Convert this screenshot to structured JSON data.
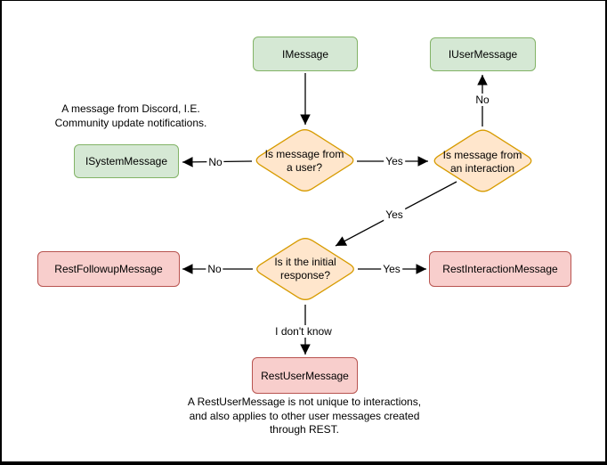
{
  "diagram": {
    "type": "flowchart",
    "colors": {
      "interface_fill": "#d5e8d4",
      "interface_border": "#82b366",
      "decision_fill": "#ffe6cc",
      "decision_border": "#d79b00",
      "rest_fill": "#f8cecc",
      "rest_border": "#b85450",
      "edge_color": "#000000",
      "background": "#ffffff"
    },
    "nodes": {
      "imessage": {
        "label": "IMessage",
        "kind": "interface"
      },
      "iusermessage": {
        "label": "IUserMessage",
        "kind": "interface"
      },
      "isystemmessage": {
        "label": "ISystemMessage",
        "kind": "interface"
      },
      "restfollowupmessage": {
        "label": "RestFollowupMessage",
        "kind": "rest"
      },
      "restinteractionmessage": {
        "label": "RestInteractionMessage",
        "kind": "rest"
      },
      "restusermessage": {
        "label": "RestUserMessage",
        "kind": "rest"
      }
    },
    "decisions": {
      "from_user": {
        "label": "Is message from\na user?"
      },
      "from_interaction": {
        "label": "Is message from\nan interaction"
      },
      "initial_response": {
        "label": "Is it the initial\nresponse?"
      }
    },
    "edges": {
      "e1": {
        "from": "IMessage",
        "to": "Is message from a user?",
        "label": ""
      },
      "e2": {
        "from": "Is message from a user?",
        "to": "ISystemMessage",
        "label": "No"
      },
      "e3": {
        "from": "Is message from a user?",
        "to": "Is message from an interaction",
        "label": "Yes"
      },
      "e4": {
        "from": "Is message from an interaction",
        "to": "IUserMessage",
        "label": "No"
      },
      "e5": {
        "from": "Is message from an interaction",
        "to": "Is it the initial response?",
        "label": "Yes"
      },
      "e6": {
        "from": "Is it the initial response?",
        "to": "RestFollowupMessage",
        "label": "No"
      },
      "e7": {
        "from": "Is it the initial response?",
        "to": "RestInteractionMessage",
        "label": "Yes"
      },
      "e8": {
        "from": "Is it the initial response?",
        "to": "RestUserMessage",
        "label": "I don't know"
      }
    },
    "notes": {
      "system_note": {
        "text": "A message from Discord, I.E.\nCommunity update notifications."
      },
      "rest_note": {
        "text": "A RestUserMessage is not unique to interactions,\nand also applies to other user messages created\nthrough REST."
      }
    }
  }
}
